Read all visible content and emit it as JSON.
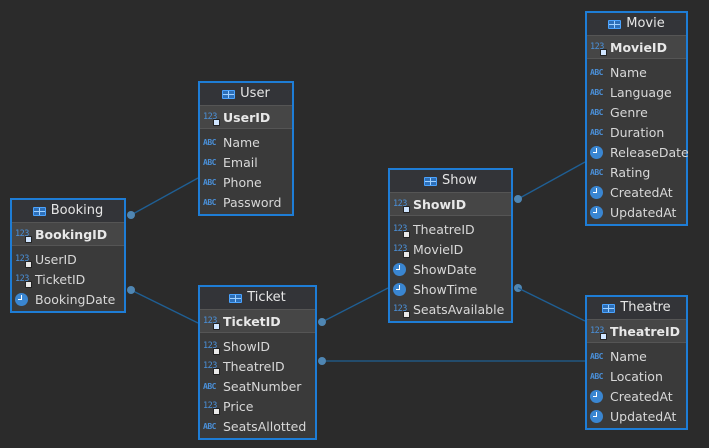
{
  "diagram": {
    "colors": {
      "background": "#2b2b2b",
      "entity_border": "#1e7dd6",
      "link": "#1f5f94",
      "endpoint": "#4f86b3"
    },
    "entities": [
      {
        "id": "movie",
        "name": "Movie",
        "pk": {
          "name": "MovieID",
          "icon": "number-key-icon"
        },
        "columns": [
          {
            "name": "Name",
            "icon": "text-icon"
          },
          {
            "name": "Language",
            "icon": "text-icon"
          },
          {
            "name": "Genre",
            "icon": "text-icon"
          },
          {
            "name": "Duration",
            "icon": "text-icon"
          },
          {
            "name": "ReleaseDate",
            "icon": "clock-icon"
          },
          {
            "name": "Rating",
            "icon": "text-icon"
          },
          {
            "name": "CreatedAt",
            "icon": "clock-icon"
          },
          {
            "name": "UpdatedAt",
            "icon": "clock-icon"
          }
        ]
      },
      {
        "id": "user",
        "name": "User",
        "pk": {
          "name": "UserID",
          "icon": "number-key-icon"
        },
        "columns": [
          {
            "name": "Name",
            "icon": "text-icon"
          },
          {
            "name": "Email",
            "icon": "text-icon"
          },
          {
            "name": "Phone",
            "icon": "text-icon"
          },
          {
            "name": "Password",
            "icon": "text-icon"
          }
        ]
      },
      {
        "id": "show",
        "name": "Show",
        "pk": {
          "name": "ShowID",
          "icon": "number-key-icon"
        },
        "columns": [
          {
            "name": "TheatreID",
            "icon": "number-fk-icon"
          },
          {
            "name": "MovieID",
            "icon": "number-fk-icon"
          },
          {
            "name": "ShowDate",
            "icon": "clock-icon"
          },
          {
            "name": "ShowTime",
            "icon": "clock-icon"
          },
          {
            "name": "SeatsAvailable",
            "icon": "number-icon"
          }
        ]
      },
      {
        "id": "booking",
        "name": "Booking",
        "pk": {
          "name": "BookingID",
          "icon": "number-key-icon"
        },
        "columns": [
          {
            "name": "UserID",
            "icon": "number-fk-icon"
          },
          {
            "name": "TicketID",
            "icon": "number-fk-icon"
          },
          {
            "name": "BookingDate",
            "icon": "clock-icon"
          }
        ]
      },
      {
        "id": "ticket",
        "name": "Ticket",
        "pk": {
          "name": "TicketID",
          "icon": "number-key-icon"
        },
        "columns": [
          {
            "name": "ShowID",
            "icon": "number-fk-icon"
          },
          {
            "name": "TheatreID",
            "icon": "number-fk-icon"
          },
          {
            "name": "SeatNumber",
            "icon": "text-icon"
          },
          {
            "name": "Price",
            "icon": "number-icon"
          },
          {
            "name": "SeatsAllotted",
            "icon": "text-icon"
          }
        ]
      },
      {
        "id": "theatre",
        "name": "Theatre",
        "pk": {
          "name": "TheatreID",
          "icon": "number-key-icon"
        },
        "columns": [
          {
            "name": "Name",
            "icon": "text-icon"
          },
          {
            "name": "Location",
            "icon": "text-icon"
          },
          {
            "name": "CreatedAt",
            "icon": "clock-icon"
          },
          {
            "name": "UpdatedAt",
            "icon": "clock-icon"
          }
        ]
      }
    ],
    "relationships": [
      {
        "from": "booking",
        "to": "user"
      },
      {
        "from": "booking",
        "to": "ticket"
      },
      {
        "from": "ticket",
        "to": "show"
      },
      {
        "from": "ticket",
        "to": "theatre"
      },
      {
        "from": "show",
        "to": "movie"
      },
      {
        "from": "show",
        "to": "theatre"
      }
    ]
  }
}
